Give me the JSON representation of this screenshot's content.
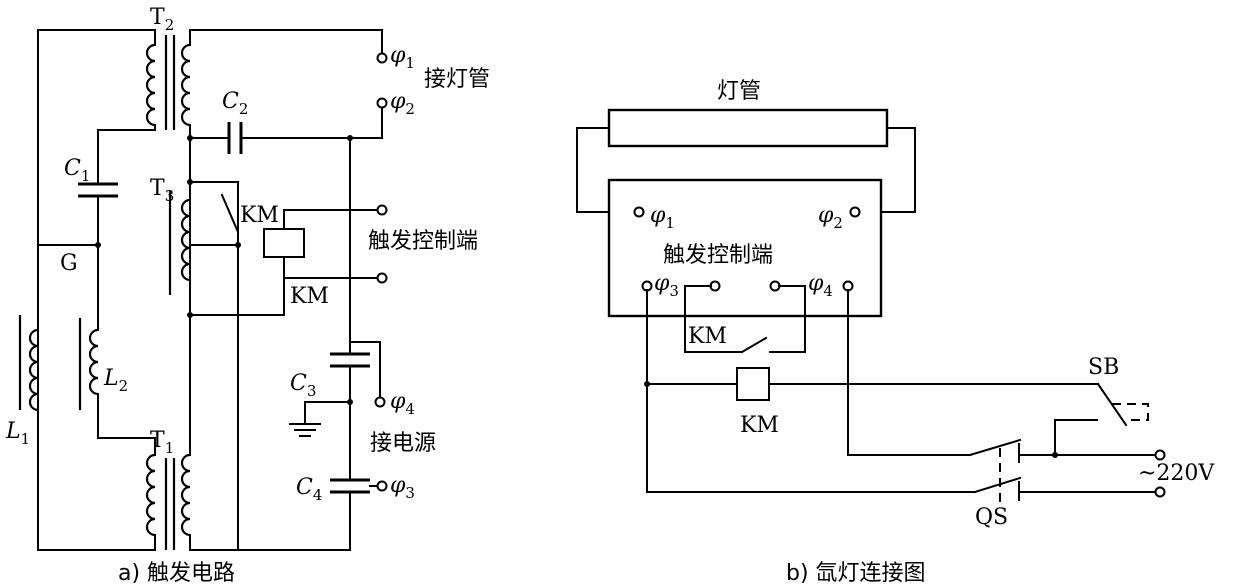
{
  "panel_a": {
    "caption": "a) 触发电路",
    "t2": "T",
    "t2_sub": "2",
    "t3": "T",
    "t3_sub": "3",
    "t1": "T",
    "t1_sub": "1",
    "c1": "C",
    "c1_sub": "1",
    "c2": "C",
    "c2_sub": "2",
    "c3": "C",
    "c3_sub": "3",
    "c4": "C",
    "c4_sub": "4",
    "g": "G",
    "l1": "L",
    "l1_sub": "1",
    "l2": "L",
    "l2_sub": "2",
    "km_contact": "KM",
    "km_coil": "KM",
    "phi1": "φ",
    "phi1_sub": "1",
    "phi2": "φ",
    "phi2_sub": "2",
    "phi3": "φ",
    "phi3_sub": "3",
    "phi4": "φ",
    "phi4_sub": "4",
    "lamp_label": "接灯管",
    "trigger_label": "触发控制端",
    "power_label": "接电源"
  },
  "panel_b": {
    "caption": "b) 氙灯连接图",
    "lamp_title": "灯管",
    "box_label": "触发控制端",
    "phi1": "φ",
    "phi1_sub": "1",
    "phi2": "φ",
    "phi2_sub": "2",
    "phi3": "φ",
    "phi3_sub": "3",
    "phi4": "φ",
    "phi4_sub": "4",
    "km_contact": "KM",
    "km_coil": "KM",
    "sb": "SB",
    "qs": "QS",
    "supply": "~220V"
  }
}
